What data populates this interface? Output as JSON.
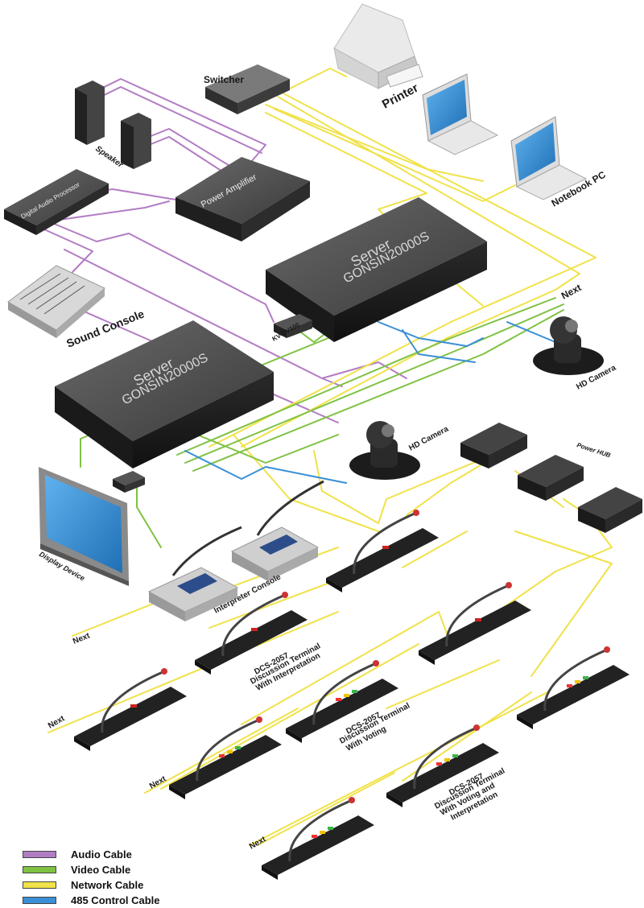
{
  "colors": {
    "audio": "#b27cc4",
    "video": "#7fc243",
    "network": "#f0e24a",
    "control": "#3a8fd6",
    "device_dark": "#3a3a3a",
    "device_top": "#5a5a5a",
    "screen": "#2f8fd8"
  },
  "labels": {
    "switcher": "Switcher",
    "printer": "Printer",
    "speaker": "Speaker",
    "power_amplifier": "Power Amplifier",
    "digital_audio_processor": "Digital Audio Processor",
    "notebook_pc": "Notebook PC",
    "server_top_line1": "Server",
    "server_top_line2": "GONSIN20000S",
    "server_bottom_line1": "Server",
    "server_bottom_line2": "GONSIN20000S",
    "sound_console": "Sound Console",
    "kv_cv": "KV-CV100",
    "next_right": "Next",
    "hd_camera_right": "HD Camera",
    "hd_camera_center": "HD Camera",
    "power_hub": "Power HUB",
    "display_device": "Display Device",
    "interpreter_console": "Interpreter Console",
    "next_left_1": "Next",
    "next_left_2": "Next",
    "next_left_3": "Next",
    "next_left_4": "Next",
    "term_interp_1": "DCS-2057",
    "term_interp_2": "Discussion Terminal",
    "term_interp_3": "With Interpretation",
    "term_vote_1": "DCS-2057",
    "term_vote_2": "Discussion Terminal",
    "term_vote_3": "With Voting",
    "term_vote_interp_1": "DCS-2057",
    "term_vote_interp_2": "Discussion Terminal",
    "term_vote_interp_3": "With Voting and",
    "term_vote_interp_4": "Interpretation"
  },
  "legend": [
    {
      "label": "Audio Cable",
      "color": "#b27cc4"
    },
    {
      "label": "Video Cable",
      "color": "#7fc243"
    },
    {
      "label": "Network Cable",
      "color": "#f0e24a"
    },
    {
      "label": "485 Control Cable",
      "color": "#3a8fd6"
    }
  ]
}
